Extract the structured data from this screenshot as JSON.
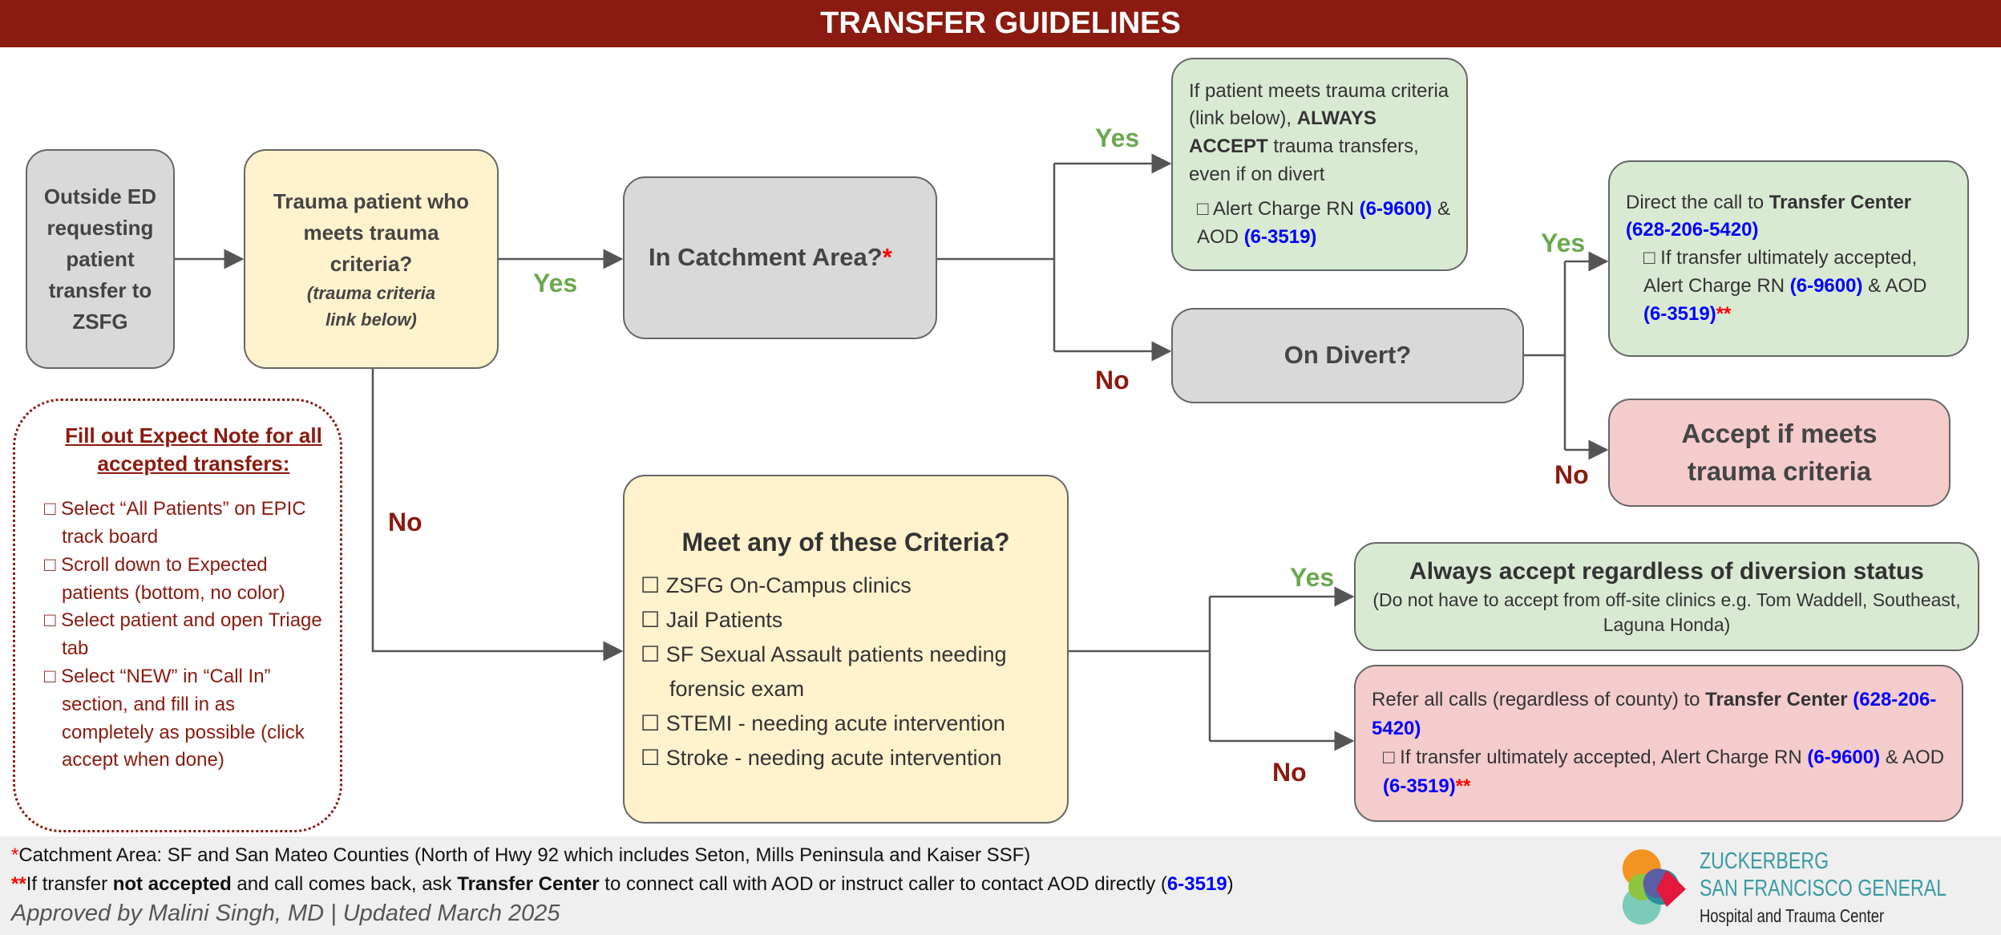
{
  "header": {
    "title": "TRANSFER GUIDELINES"
  },
  "outside_ed": {
    "text": "Outside ED requesting patient transfer to ZSFG"
  },
  "trauma_question": {
    "title": "Trauma patient who meets trauma criteria?",
    "subtitle": "(trauma criteria link below)"
  },
  "catchment": {
    "text": "In Catchment Area?",
    "mark": "*"
  },
  "trauma_accept": {
    "line1": "If patient meets trauma criteria (link below), ",
    "bold": "ALWAYS ACCEPT",
    "line2": " trauma transfers, even if on divert",
    "alert_prefix": "□ Alert Charge RN ",
    "charge_rn": "(6-9600)",
    "amp": " & AOD ",
    "aod": "(6-3519)"
  },
  "on_divert": {
    "text": "On Divert?"
  },
  "direct_call": {
    "prefix": "Direct the call to ",
    "bold": "Transfer Center",
    "phone": "(628-206-5420)",
    "bullet": "□ If transfer ultimately accepted, Alert Charge RN ",
    "charge_rn": "(6-9600)",
    "amp": " & AOD ",
    "aod": "(6-3519)",
    "mark": "**"
  },
  "accept_trauma": {
    "text": "Accept if meets trauma criteria"
  },
  "criteria": {
    "title": "Meet any of these Criteria?",
    "items": [
      "☐  ZSFG On-Campus clinics",
      "☐  Jail Patients",
      "☐  SF Sexual Assault patients needing forensic exam",
      "☐  STEMI - needing acute intervention",
      "☐  Stroke - needing acute intervention"
    ]
  },
  "always_accept": {
    "title": "Always accept regardless of diversion status",
    "sub": "(Do not have to accept from off-site clinics e.g. Tom Waddell, Southeast, Laguna Honda)"
  },
  "refer": {
    "prefix": "Refer all calls (regardless of county) to ",
    "bold": "Transfer Center",
    "phone": "(628-206-5420)",
    "bullet": "□ If transfer ultimately accepted, Alert Charge RN ",
    "charge_rn": "(6-9600)",
    "amp": " & AOD ",
    "aod": "(6-3519)",
    "mark": "**"
  },
  "labels": {
    "yes": "Yes",
    "no": "No"
  },
  "expect_note": {
    "title": "Fill out Expect Note for all accepted transfers:",
    "items": [
      "□ Select “All Patients” on EPIC track board",
      "□ Scroll down to Expected patients (bottom, no color)",
      "□ Select patient and open Triage tab",
      "□ Select “NEW” in “Call In” section, and fill in as completely as possible (click accept when done)"
    ]
  },
  "footer": {
    "note1_mark": "*",
    "note1": "Catchment Area: SF and San Mateo Counties (North of Hwy 92 which includes Seton, Mills Peninsula and Kaiser SSF)",
    "note2_mark": "**",
    "note2_a": "If transfer ",
    "note2_b": "not accepted",
    "note2_c": " and call comes back, ask ",
    "note2_d": "Transfer Center",
    "note2_e": " to connect call with AOD or instruct caller to contact AOD directly (",
    "note2_phone": "6-3519",
    "note2_f": ")",
    "approved": "Approved by Malini Singh, MD |  Updated March 2025"
  },
  "logo": {
    "line1": "ZUCKERBERG",
    "line2": "SAN FRANCISCO GENERAL",
    "line3": "Hospital and Trauma Center"
  },
  "colors": {
    "header": "#8b1a10",
    "yes": "#6aa84f",
    "no": "#8b1a10",
    "phone": "#0000ff",
    "gray_box": "#d9d9d9",
    "yellow_box": "#fff2cc",
    "green_box": "#d9ead3",
    "pink_box": "#f4cccc"
  }
}
